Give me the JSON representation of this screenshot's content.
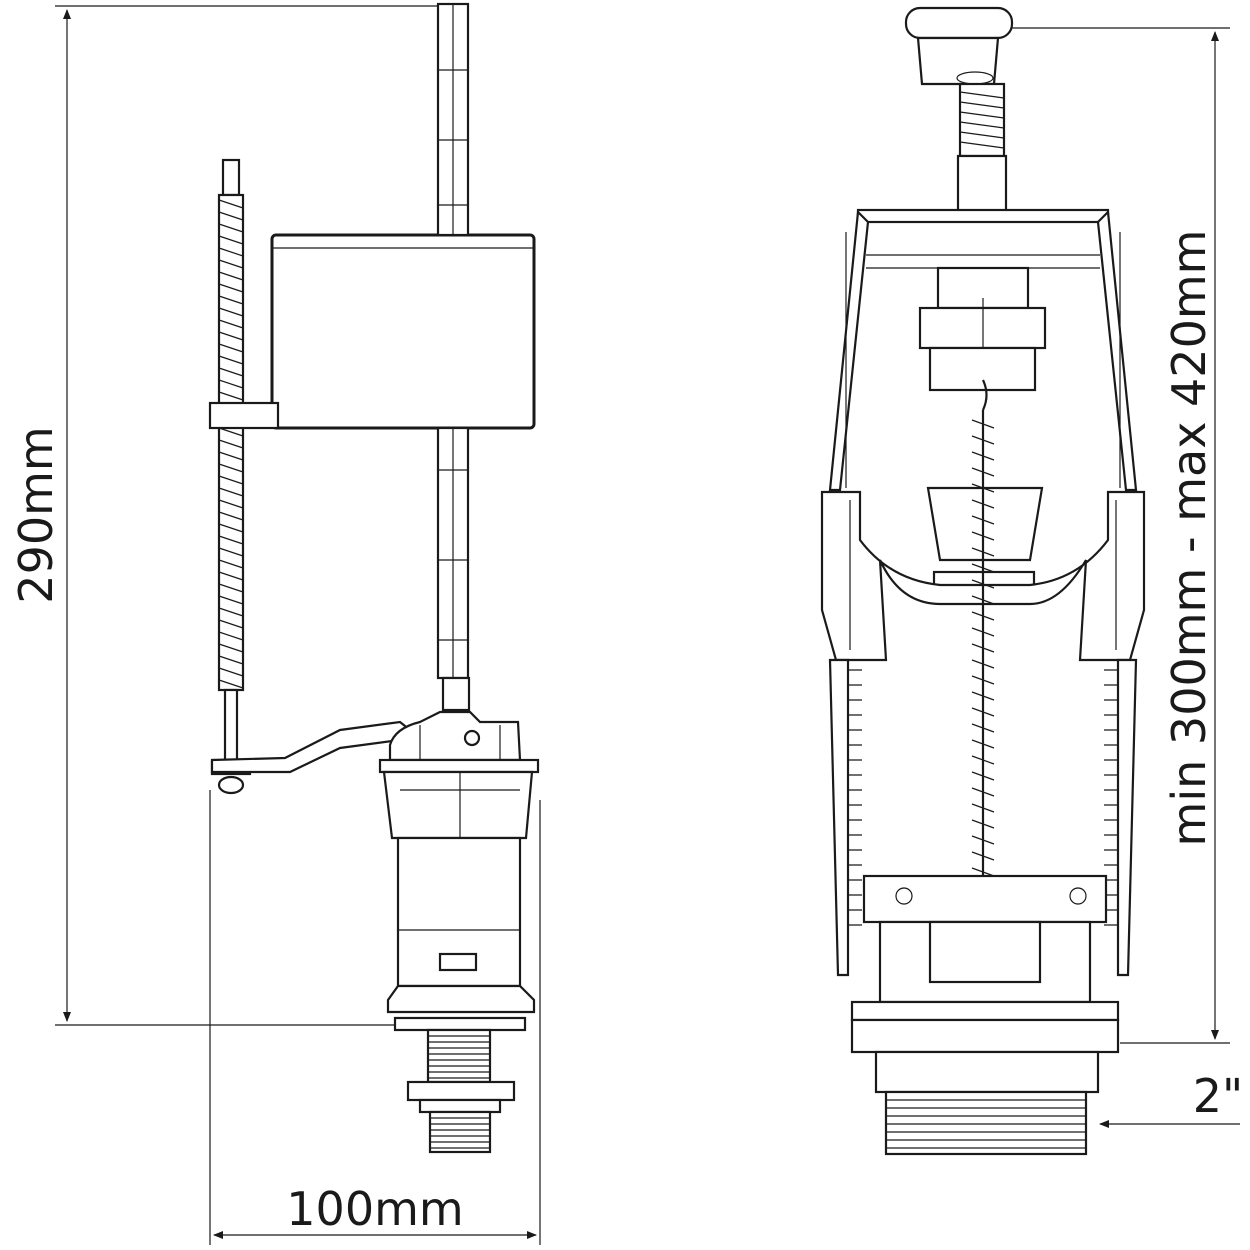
{
  "fill_valve": {
    "height_label": "290mm",
    "width_label": "100mm"
  },
  "flush_valve": {
    "height_label": "min 300mm - max 420mm",
    "thread_label": "2\""
  },
  "colors": {
    "line": "#1a1a1a",
    "background": "#ffffff"
  }
}
